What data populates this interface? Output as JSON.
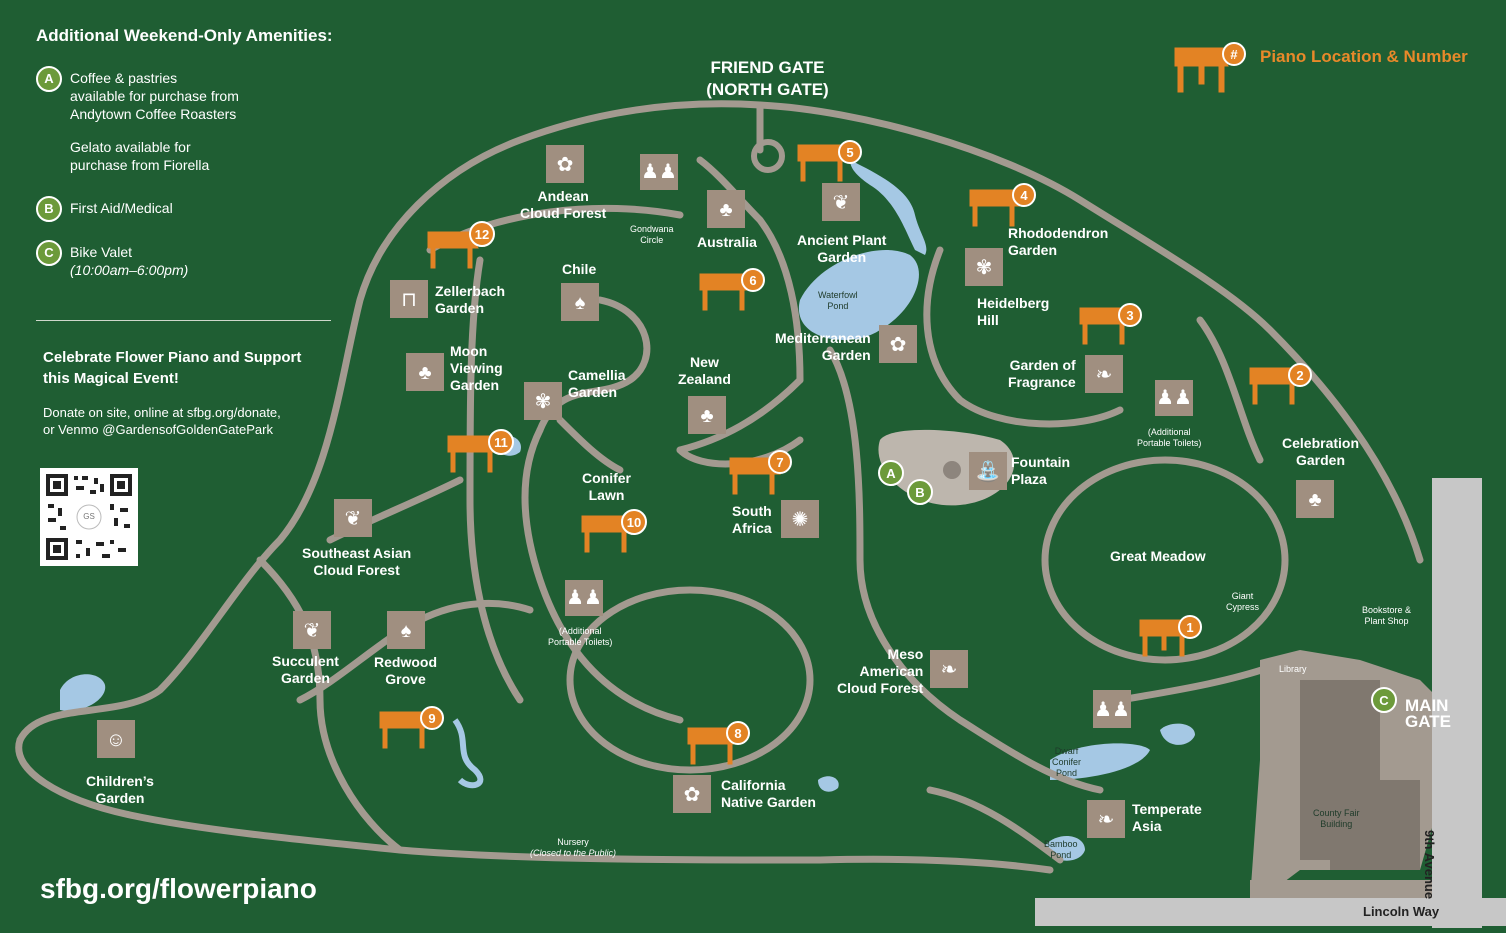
{
  "amenities": {
    "title": "Additional Weekend-Only Amenities:",
    "items": [
      {
        "badge": "A",
        "lines": [
          "Coffee & pastries",
          "available for purchase from",
          "Andytown Coffee Roasters"
        ]
      },
      {
        "badge": "",
        "lines": [
          "Gelato available for",
          "purchase from Fiorella"
        ]
      },
      {
        "badge": "B",
        "lines": [
          "First Aid/Medical"
        ]
      },
      {
        "badge": "C",
        "lines": [
          "Bike Valet",
          "(10:00am–6:00pm)"
        ]
      }
    ]
  },
  "support": {
    "title_line1": "Celebrate Flower Piano and Support",
    "title_line2": "this Magical Event!",
    "text_line1": "Donate on site, online at sfbg.org/donate,",
    "text_line2": "or Venmo @GardensofGoldenGatePark",
    "qr_label": "GS"
  },
  "url": "sfbg.org/flowerpiano",
  "legend": {
    "symbol": "#",
    "label": "Piano Location & Number"
  },
  "gates": {
    "north_line1": "FRIEND GATE",
    "north_line2": "(NORTH GATE)",
    "main_line1": "MAIN",
    "main_line2": "GATE"
  },
  "roads": {
    "lincoln": "Lincoln Way",
    "ninth": "9th Avenue"
  },
  "colors": {
    "background": "#1f5e33",
    "paths": "#a39a90",
    "piano": "#e38324",
    "water": "#a5c8e4",
    "badge": "#6c9a3a",
    "icon_tile": "#a08f80"
  },
  "gardens": {
    "andean": [
      "Andean",
      "Cloud Forest"
    ],
    "australia": [
      "Australia"
    ],
    "ancient": [
      "Ancient Plant",
      "Garden"
    ],
    "rhododendron": [
      "Rhododendron",
      "Garden"
    ],
    "zellerbach": [
      "Zellerbach",
      "Garden"
    ],
    "chile": [
      "Chile"
    ],
    "heidelberg": [
      "Heidelberg",
      "Hill"
    ],
    "moon": [
      "Moon",
      "Viewing",
      "Garden"
    ],
    "camellia": [
      "Camellia",
      "Garden"
    ],
    "newzealand": [
      "New",
      "Zealand"
    ],
    "mediterranean": [
      "Mediterranean",
      "Garden"
    ],
    "fragrance": [
      "Garden of",
      "Fragrance"
    ],
    "celebration": [
      "Celebration",
      "Garden"
    ],
    "fountain": [
      "Fountain",
      "Plaza"
    ],
    "conifer": [
      "Conifer",
      "Lawn"
    ],
    "southafrica": [
      "South",
      "Africa"
    ],
    "greatmeadow": [
      "Great Meadow"
    ],
    "seasian": [
      "Southeast Asian",
      "Cloud Forest"
    ],
    "succulent": [
      "Succulent",
      "Garden"
    ],
    "redwood": [
      "Redwood",
      "Grove"
    ],
    "meso": [
      "Meso",
      "American",
      "Cloud Forest"
    ],
    "children": [
      "Children’s",
      "Garden"
    ],
    "california": [
      "California",
      "Native Garden"
    ],
    "temperate": [
      "Temperate",
      "Asia"
    ]
  },
  "small_labels": {
    "gondwana": [
      "Gondwana",
      "Circle"
    ],
    "waterfowl": [
      "Waterfowl",
      "Pond"
    ],
    "toilets1": [
      "(Additional",
      "Portable Toilets)"
    ],
    "toilets2": [
      "(Additional",
      "Portable Toilets)"
    ],
    "giant": [
      "Giant",
      "Cypress"
    ],
    "bookstore": [
      "Bookstore &",
      "Plant Shop"
    ],
    "library": [
      "Library"
    ],
    "dwarf": [
      "Dwarf",
      "Conifer",
      "Pond"
    ],
    "bamboo": [
      "Bamboo",
      "Pond"
    ],
    "countyfair": [
      "County Fair",
      "Building"
    ],
    "nursery": [
      "Nursery",
      "(Closed to the Public)"
    ]
  },
  "amenity_badges": [
    "A",
    "B",
    "C"
  ],
  "pianos": [
    "1",
    "2",
    "3",
    "4",
    "5",
    "6",
    "7",
    "8",
    "9",
    "10",
    "11",
    "12"
  ],
  "icons": [
    "restroom-icon",
    "flower-icon",
    "palm-icon",
    "tree-icon",
    "bird-icon",
    "fern-icon",
    "arch-icon",
    "fountain-icon",
    "iris-icon",
    "children-icon",
    "protea-icon",
    "leaf-icon",
    "pine-icon",
    "conifer-icon",
    "lavender-icon",
    "rhododendron-icon"
  ]
}
